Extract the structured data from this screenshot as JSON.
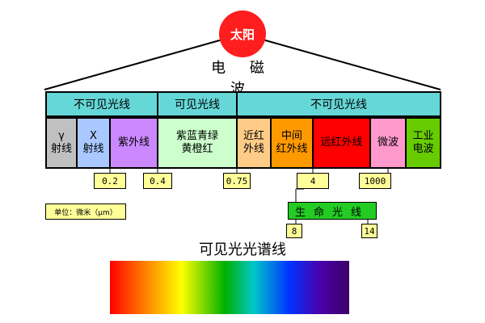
{
  "sun": {
    "label": "太阳"
  },
  "em_title": "电 磁 波",
  "headers": {
    "invisible_left": "不可见光线",
    "visible": "可见光线",
    "invisible_right": "不可见光线"
  },
  "bands": {
    "gamma": {
      "line1": "γ",
      "line2": "射线",
      "color": "#c0c0c0"
    },
    "xray": {
      "line1": "X",
      "line2": "射线",
      "color": "#a8c8ff"
    },
    "uv": {
      "line1": "紫外线",
      "color": "#cc88ff"
    },
    "visible": {
      "line1": "紫蓝青绿",
      "line2": "黄橙红",
      "color": "#ccffcc"
    },
    "near_ir": {
      "line1": "近红",
      "line2": "外线",
      "color": "#ffcc88"
    },
    "mid_ir": {
      "line1": "中间",
      "line2": "红外线",
      "color": "#ff9900"
    },
    "far_ir": {
      "line1": "远红外线",
      "color": "#ff0000"
    },
    "microwave": {
      "line1": "微波",
      "color": "#ff99cc"
    },
    "industrial": {
      "line1": "工业",
      "line2": "电波",
      "color": "#66cc00"
    }
  },
  "markers": {
    "v0_2": "0.2",
    "v0_4": "0.4",
    "v0_75": "0.75",
    "v4": "4",
    "v1000": "1000",
    "v8": "8",
    "v14": "14"
  },
  "unit_label": "单位：微米（μm）",
  "life_ray": "生命光线",
  "spectrum_title": "可见光光谱线"
}
